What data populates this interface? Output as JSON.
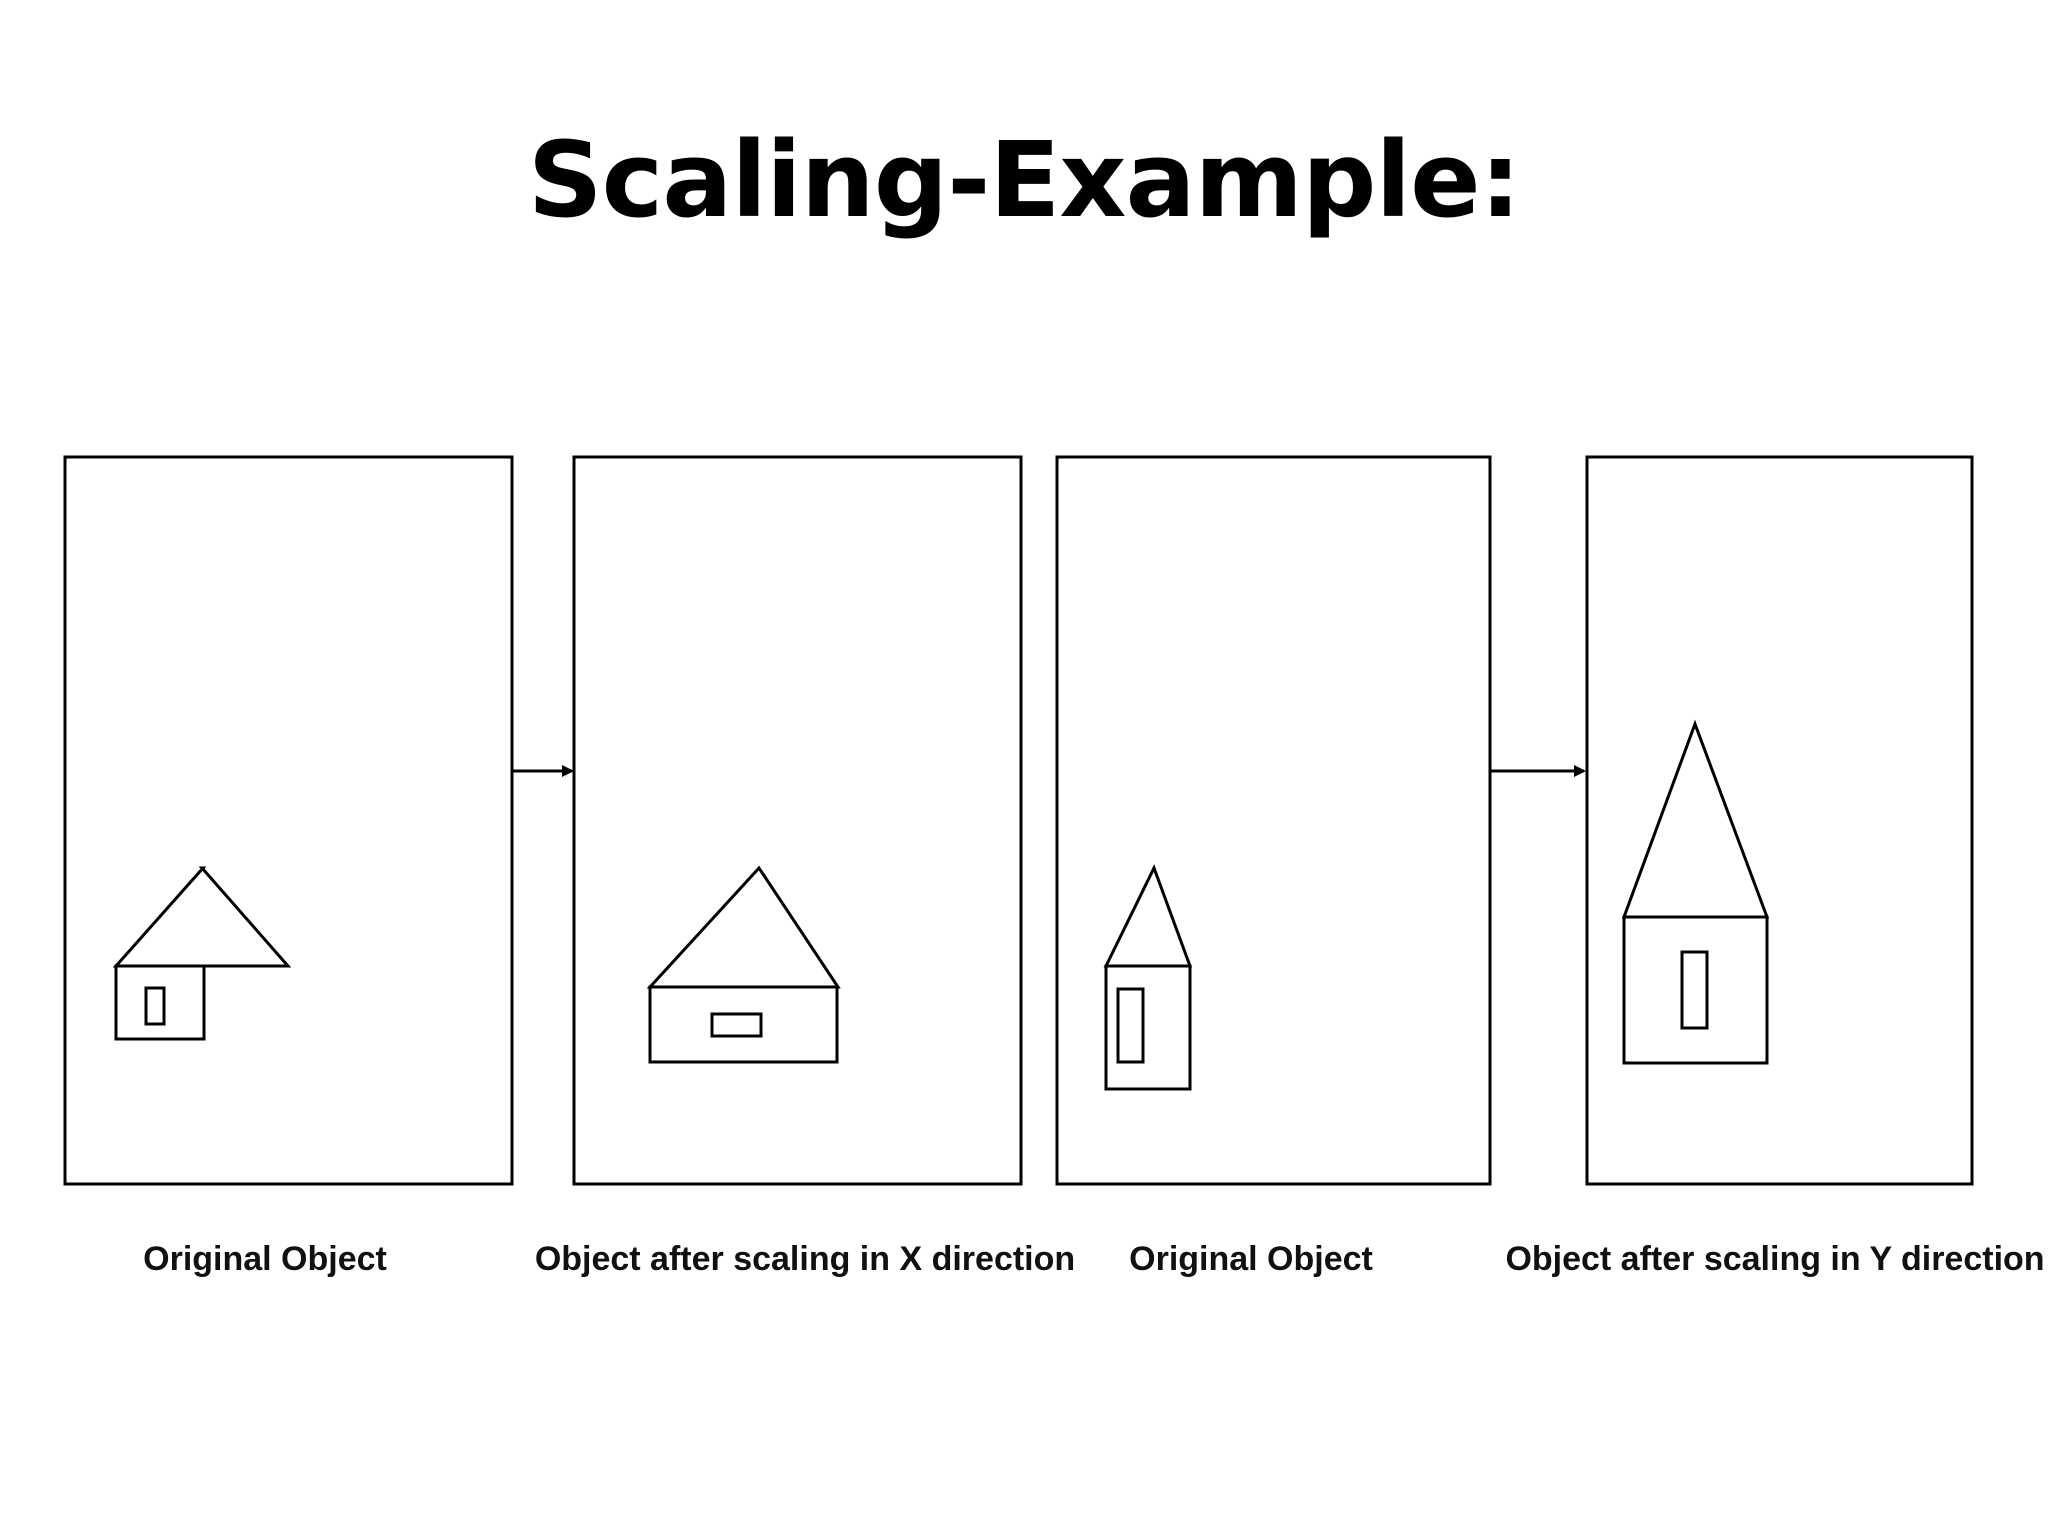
{
  "slide": {
    "title": "Scaling-Example:"
  },
  "panels": [
    {
      "caption": "Original Object"
    },
    {
      "caption": "Object after scaling in X direction"
    },
    {
      "caption": "Original Object"
    },
    {
      "caption": "Object after scaling in Y direction"
    }
  ],
  "colors": {
    "background": "#ffffff",
    "stroke": "#000000"
  }
}
